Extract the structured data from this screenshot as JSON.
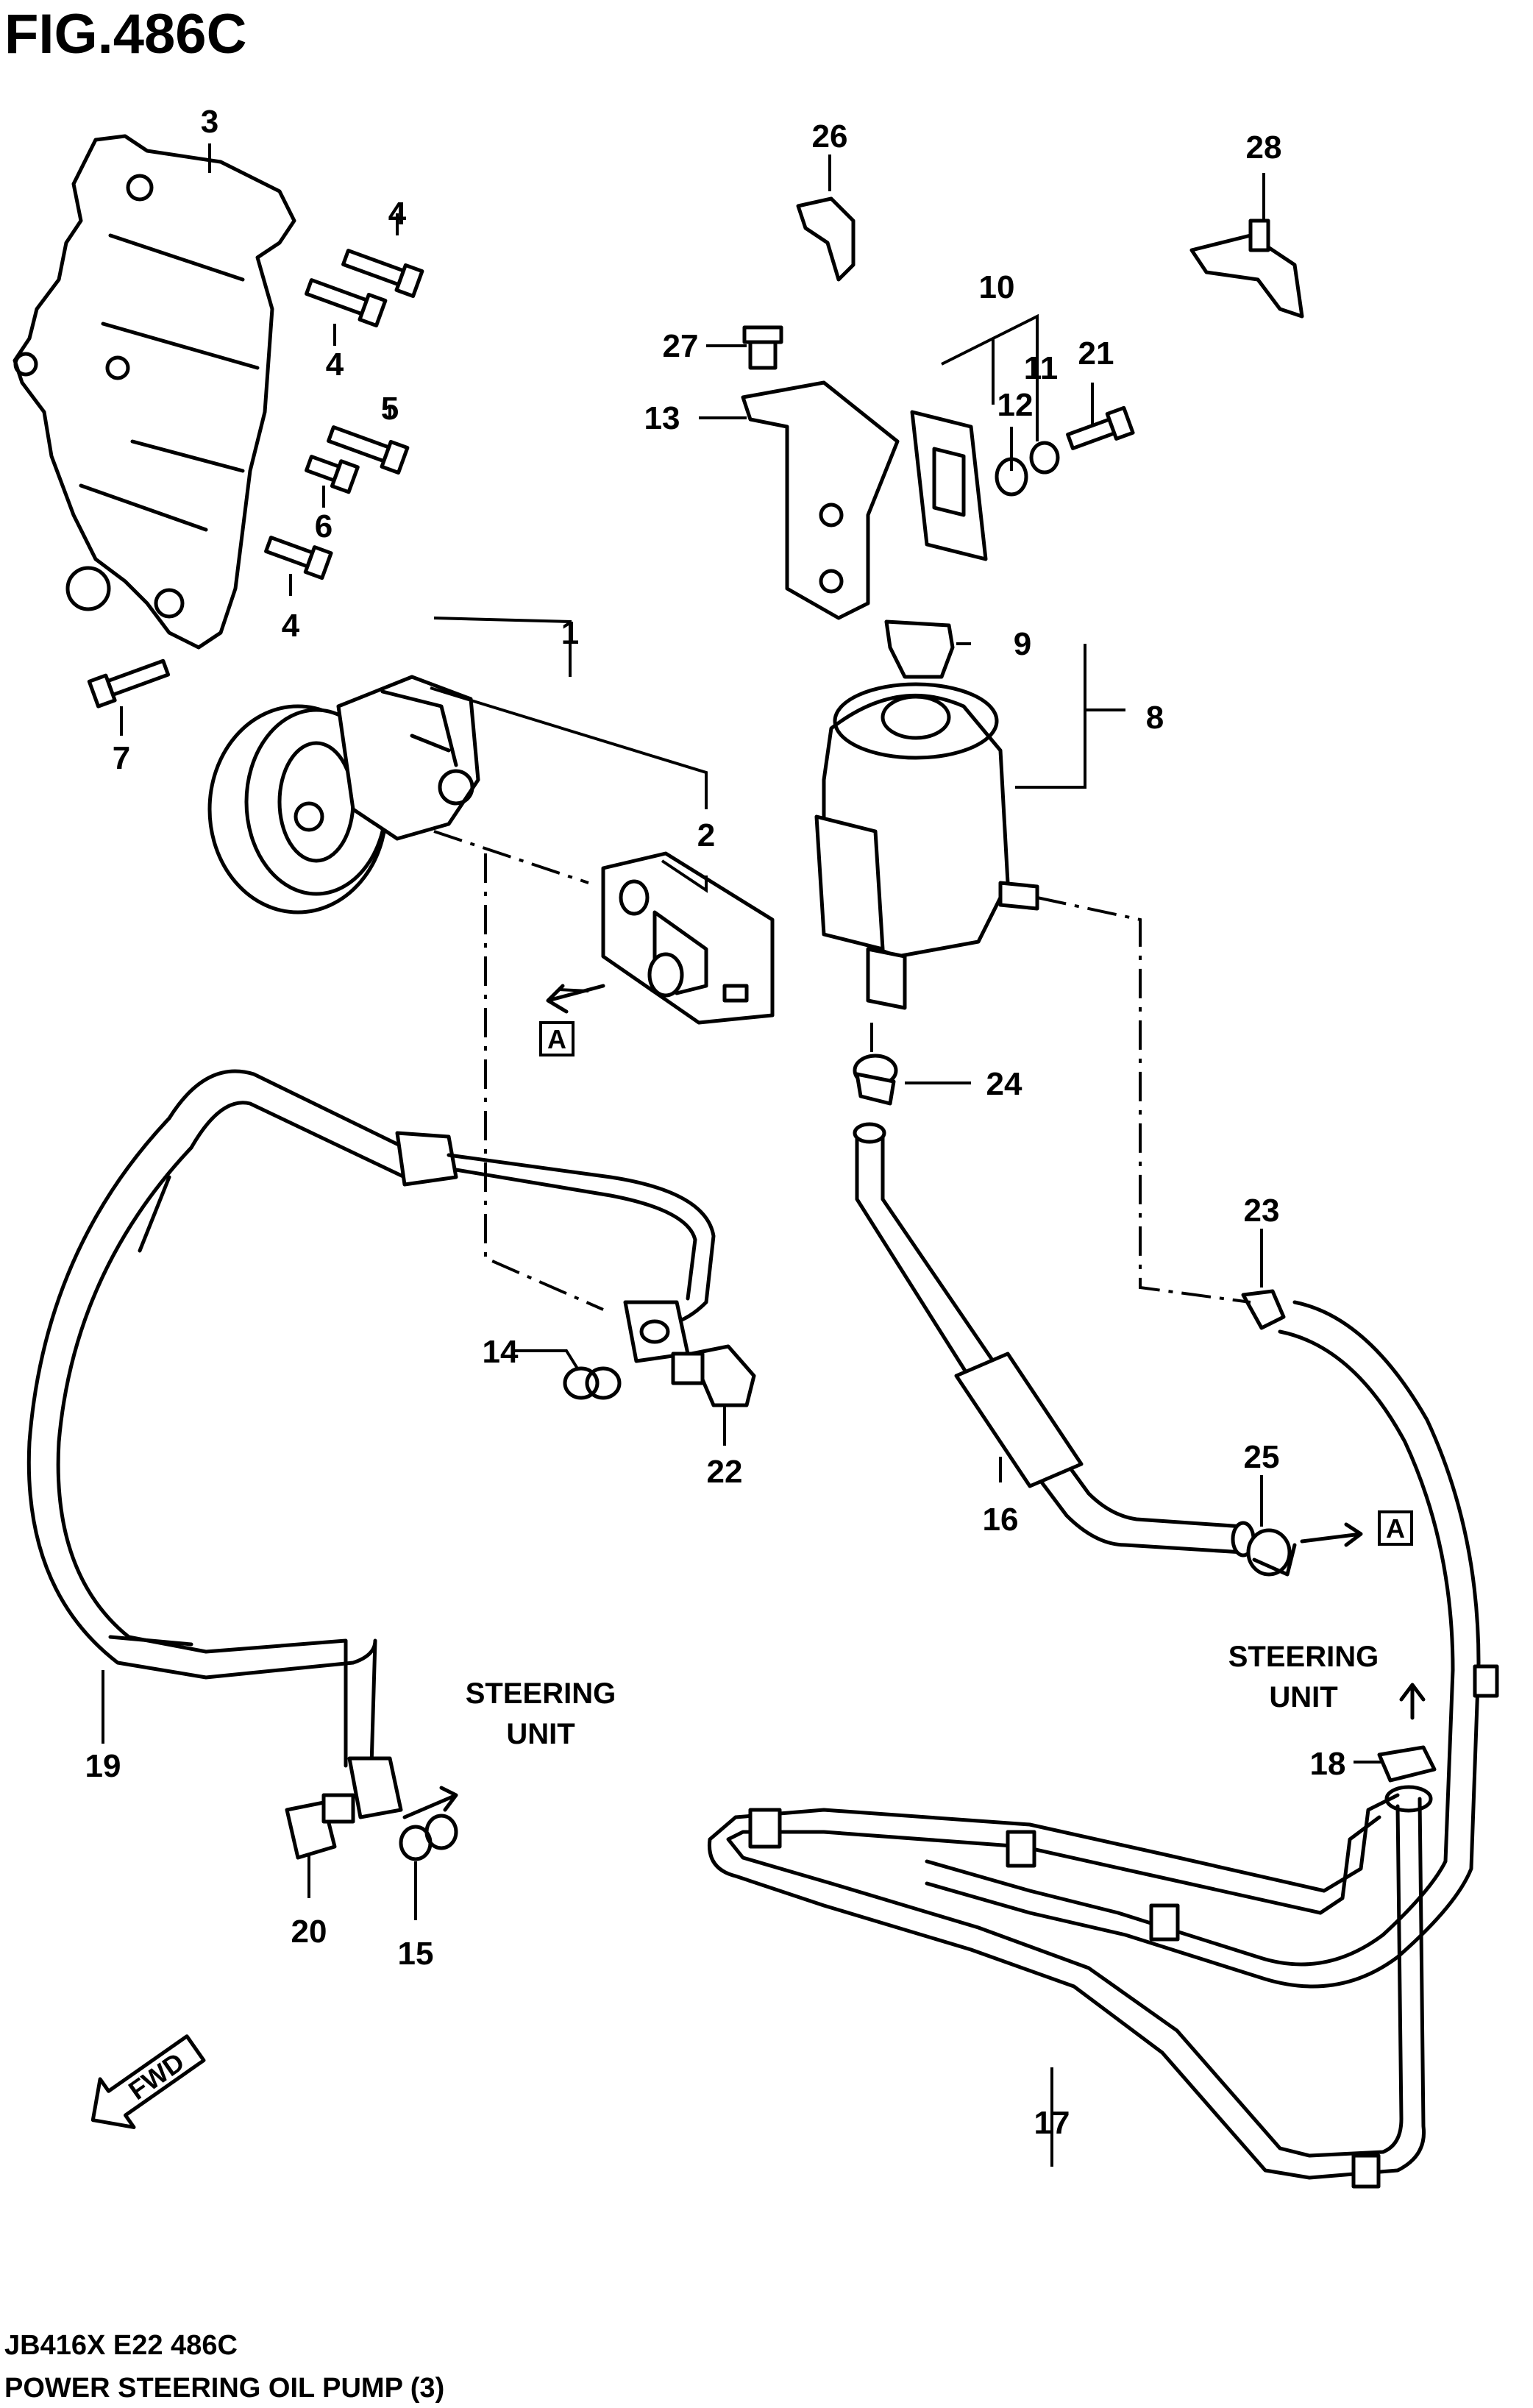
{
  "figure_title": "FIG.486C",
  "footer": {
    "code": "JB416X E22 486C",
    "caption": "POWER STEERING OIL PUMP (3)"
  },
  "callouts": {
    "p1": "1",
    "p2": "2",
    "p3": "3",
    "p4a": "4",
    "p4b": "4",
    "p4c": "4",
    "p5": "5",
    "p6": "6",
    "p7": "7",
    "p8": "8",
    "p9": "9",
    "p10": "10",
    "p11": "11",
    "p12": "12",
    "p13": "13",
    "p14": "14",
    "p15": "15",
    "p16": "16",
    "p17": "17",
    "p18": "18",
    "p19": "19",
    "p20": "20",
    "p21": "21",
    "p22": "22",
    "p23": "23",
    "p24": "24",
    "p25": "25",
    "p26": "26",
    "p27": "27",
    "p28": "28"
  },
  "references": {
    "ref_a1": "A",
    "ref_a2": "A"
  },
  "notes": {
    "steering_unit_left_l1": "STEERING",
    "steering_unit_left_l2": "UNIT",
    "steering_unit_right_l1": "STEERING",
    "steering_unit_right_l2": "UNIT"
  },
  "direction_arrow": {
    "label": "FWD"
  }
}
